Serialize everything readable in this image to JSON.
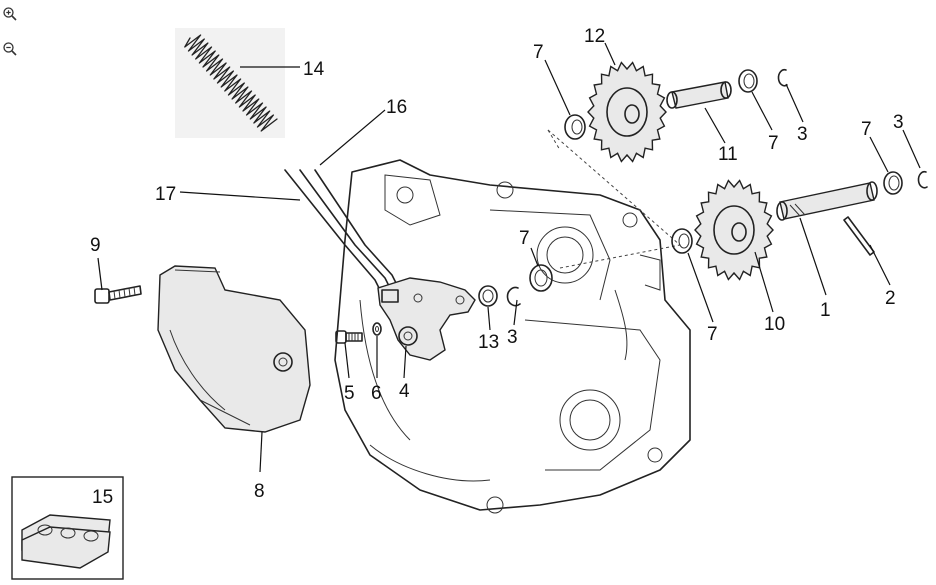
{
  "toolbar": {
    "zoom_in_icon": "zoom-in-icon",
    "zoom_out_icon": "zoom-out-icon"
  },
  "callouts": {
    "c1": "1",
    "c2": "2",
    "c3a": "3",
    "c3b": "3",
    "c3c": "3",
    "c4": "4",
    "c5": "5",
    "c6": "6",
    "c7a": "7",
    "c7b": "7",
    "c7c": "7",
    "c7d": "7",
    "c7e": "7",
    "c8": "8",
    "c9": "9",
    "c10": "10",
    "c11": "11",
    "c12": "12",
    "c13": "13",
    "c14": "14",
    "c15": "15",
    "c16": "16",
    "c17": "17"
  }
}
